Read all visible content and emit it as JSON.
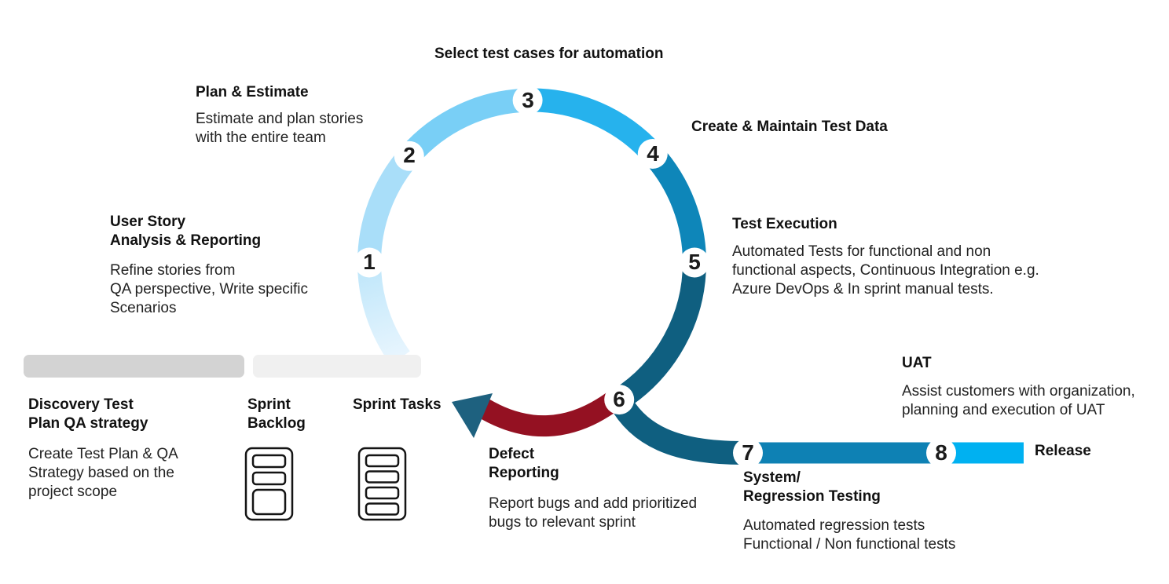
{
  "palette": {
    "tail_start": "#BEE6FA",
    "tail_end": "#EAF6FE",
    "seg_1_2": "#A9DEF9",
    "seg_2_3": "#79CFF6",
    "seg_3_4": "#26B2ED",
    "seg_4_5": "#0E86B9",
    "seg_5_6": "#0F5F80",
    "seg_6_7": "#0F5F80",
    "bar_7_8": "#0E81B4",
    "bar_release": "#00B1F1",
    "defect_arc": "#941122",
    "arrowhead": "#1E617F",
    "bar_dark_gray": "#D3D3D3",
    "bar_light_gray": "#F0F0F0",
    "icon_stroke": "#141414"
  },
  "steps": [
    {
      "number": "1"
    },
    {
      "number": "2"
    },
    {
      "number": "3"
    },
    {
      "number": "4"
    },
    {
      "number": "5"
    },
    {
      "number": "6"
    },
    {
      "number": "7"
    },
    {
      "number": "8"
    }
  ],
  "blocks": {
    "select_automation": {
      "title": "Select test cases for automation"
    },
    "plan_estimate": {
      "title": "Plan & Estimate",
      "body": "Estimate and plan stories\nwith the entire team"
    },
    "user_story": {
      "title": "User Story\nAnalysis & Reporting",
      "body": "Refine stories from\nQA perspective,  Write specific\nScenarios"
    },
    "create_maintain": {
      "title": "Create & Maintain Test Data"
    },
    "test_execution": {
      "title": "Test Execution",
      "body": "Automated Tests for functional and non\nfunctional aspects, Continuous Integration e.g.\nAzure DevOps & In sprint manual tests."
    },
    "uat": {
      "title": "UAT",
      "body": "Assist customers with organization,\nplanning and execution of UAT"
    },
    "release": {
      "title": "Release"
    },
    "system_regression": {
      "title": "System/\nRegression Testing",
      "body": "Automated regression tests\nFunctional / Non functional tests"
    },
    "defect_reporting": {
      "title": "Defect\nReporting",
      "body": "Report bugs and add prioritized\nbugs to relevant sprint"
    },
    "discovery": {
      "title": "Discovery Test\nPlan QA strategy",
      "body": "Create Test Plan & QA\nStrategy based on the\nproject scope"
    },
    "sprint_backlog": {
      "title": "Sprint\nBacklog"
    },
    "sprint_tasks": {
      "title": "Sprint Tasks"
    }
  },
  "icons": {
    "sprint_backlog": "backlog-stack-icon",
    "sprint_tasks": "tasks-stack-icon",
    "defect_arrow": "arrow-left-icon"
  }
}
